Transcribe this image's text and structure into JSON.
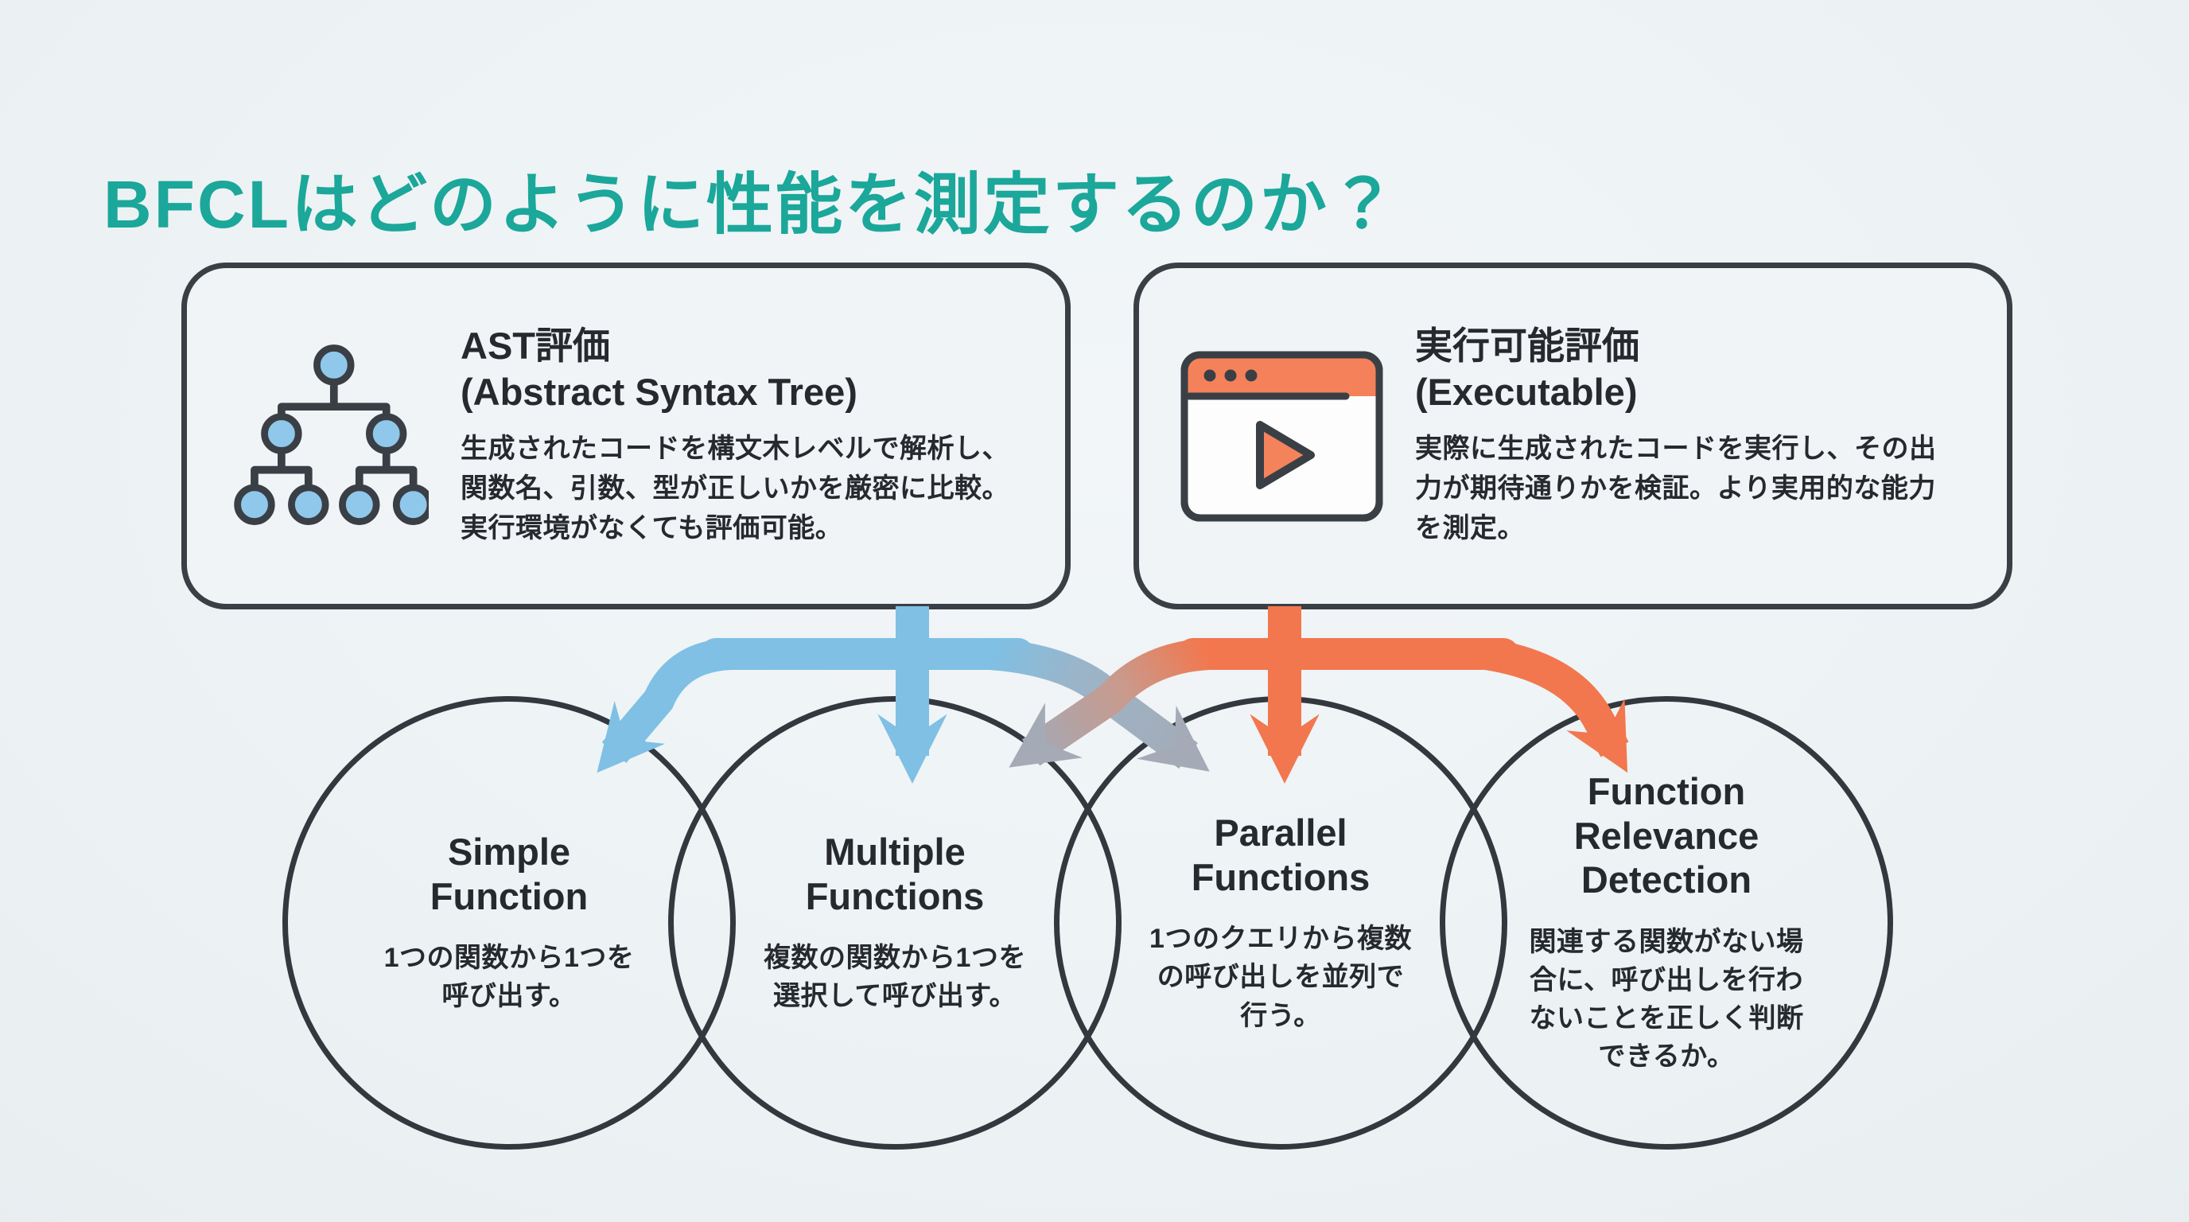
{
  "title": "BFCLはどのように性能を測定するのか？",
  "method_cards": [
    {
      "id": "ast",
      "icon": "ast-tree-icon",
      "heading": "AST評価",
      "subheading": "(Abstract Syntax Tree)",
      "body": "生成されたコードを構文木レベルで解析し、関数名、引数、型が正しいかを厳密に比較。実行環境がなくても評価可能。"
    },
    {
      "id": "executable",
      "icon": "browser-play-icon",
      "heading": "実行可能評価",
      "subheading": "(Executable)",
      "body": "実際に生成されたコードを実行し、その出力が期待通りかを検証。より実用的な能力を測定。"
    }
  ],
  "categories": [
    {
      "name": "Simple Function",
      "desc": "1つの関数から1つを呼び出す。",
      "evaluated_by": [
        "AST評価"
      ]
    },
    {
      "name": "Multiple Functions",
      "desc": "複数の関数から1つを選択して呼び出す。",
      "evaluated_by": [
        "AST評価",
        "実行可能評価"
      ]
    },
    {
      "name": "Parallel Functions",
      "desc": "1つのクエリから複数の呼び出しを並列で行う。",
      "evaluated_by": [
        "AST評価",
        "実行可能評価"
      ]
    },
    {
      "name": "Function Relevance Detection",
      "desc": "関連する関数がない場合に、呼び出しを行わないことを正しく判断できるか。",
      "evaluated_by": [
        "実行可能評価"
      ]
    }
  ],
  "arrows": [
    {
      "from": "AST評価",
      "to": "Simple Function",
      "style": "blue"
    },
    {
      "from": "AST評価",
      "to": "Multiple Functions",
      "style": "blue"
    },
    {
      "from": "AST評価",
      "to": "Parallel Functions",
      "style": "blue-fade-gray"
    },
    {
      "from": "実行可能評価",
      "to": "Multiple Functions",
      "style": "orange-fade-gray"
    },
    {
      "from": "実行可能評価",
      "to": "Parallel Functions",
      "style": "orange"
    },
    {
      "from": "実行可能評価",
      "to": "Function Relevance Detection",
      "style": "orange"
    }
  ],
  "colors": {
    "title_teal": "#1BA79A",
    "arrow_blue": "#7FC0E4",
    "arrow_orange": "#F2774E",
    "arrow_gray": "#A4ABB7",
    "outline": "#3A3F46",
    "icon_blue": "#8FC8EA",
    "icon_orange": "#F4815A",
    "background": "#EAF0F2",
    "panel": "#F0F4F6",
    "text": "#26292E"
  }
}
